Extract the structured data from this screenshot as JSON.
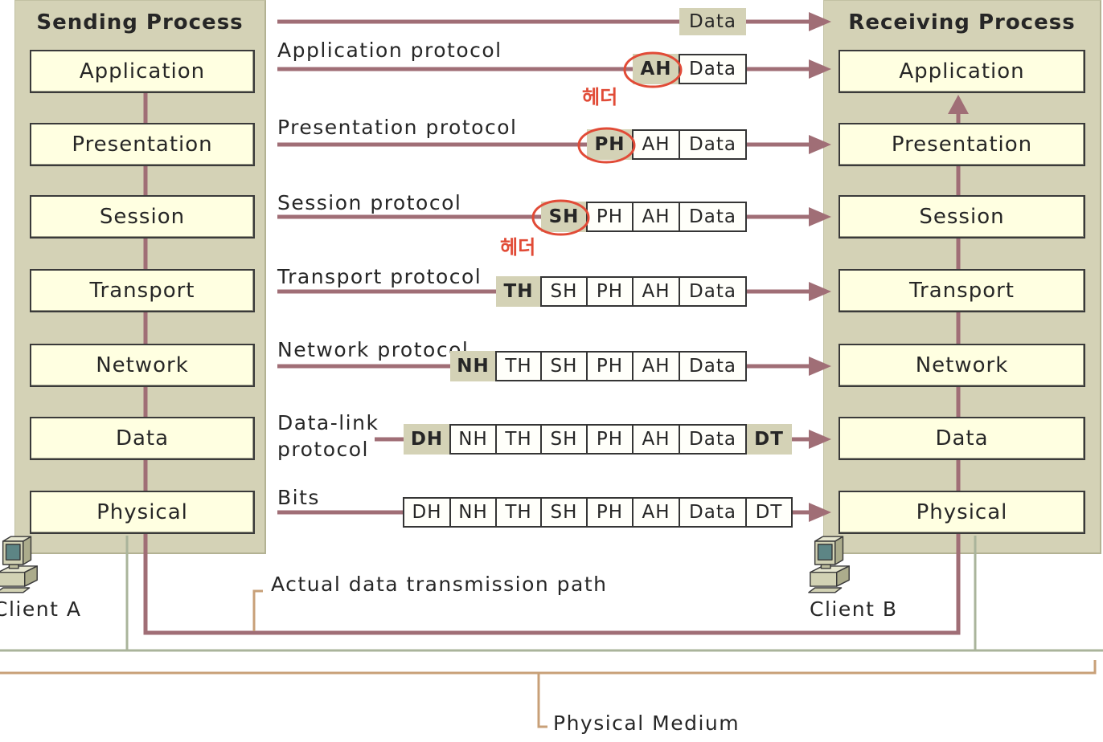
{
  "sending_process": {
    "title": "Sending Process",
    "layers": [
      "Application",
      "Presentation",
      "Session",
      "Transport",
      "Network",
      "Data",
      "Physical"
    ]
  },
  "receiving_process": {
    "title": "Receiving Process",
    "layers": [
      "Application",
      "Presentation",
      "Session",
      "Transport",
      "Network",
      "Data",
      "Physical"
    ]
  },
  "protocol_rows": [
    {
      "label": [],
      "cells": [
        {
          "text": "Data",
          "kind": "shaded"
        }
      ]
    },
    {
      "label": [
        "Application protocol"
      ],
      "cells": [
        {
          "text": "AH",
          "kind": "header",
          "circled": true
        },
        {
          "text": "Data",
          "kind": "plain"
        }
      ]
    },
    {
      "label": [
        "Presentation protocol"
      ],
      "cells": [
        {
          "text": "PH",
          "kind": "header",
          "circled": true
        },
        {
          "text": "AH",
          "kind": "plain"
        },
        {
          "text": "Data",
          "kind": "plain"
        }
      ]
    },
    {
      "label": [
        "Session protocol"
      ],
      "cells": [
        {
          "text": "SH",
          "kind": "header",
          "circled": true
        },
        {
          "text": "PH",
          "kind": "plain"
        },
        {
          "text": "AH",
          "kind": "plain"
        },
        {
          "text": "Data",
          "kind": "plain"
        }
      ]
    },
    {
      "label": [
        "Transport protocol"
      ],
      "cells": [
        {
          "text": "TH",
          "kind": "header"
        },
        {
          "text": "SH",
          "kind": "plain"
        },
        {
          "text": "PH",
          "kind": "plain"
        },
        {
          "text": "AH",
          "kind": "plain"
        },
        {
          "text": "Data",
          "kind": "plain"
        }
      ]
    },
    {
      "label": [
        "Network protocol"
      ],
      "cells": [
        {
          "text": "NH",
          "kind": "header"
        },
        {
          "text": "TH",
          "kind": "plain"
        },
        {
          "text": "SH",
          "kind": "plain"
        },
        {
          "text": "PH",
          "kind": "plain"
        },
        {
          "text": "AH",
          "kind": "plain"
        },
        {
          "text": "Data",
          "kind": "plain"
        }
      ]
    },
    {
      "label": [
        "Data-link",
        "protocol"
      ],
      "cells": [
        {
          "text": "DH",
          "kind": "header"
        },
        {
          "text": "NH",
          "kind": "plain"
        },
        {
          "text": "TH",
          "kind": "plain"
        },
        {
          "text": "SH",
          "kind": "plain"
        },
        {
          "text": "PH",
          "kind": "plain"
        },
        {
          "text": "AH",
          "kind": "plain"
        },
        {
          "text": "Data",
          "kind": "plain"
        },
        {
          "text": "DT",
          "kind": "header"
        }
      ]
    },
    {
      "label": [
        "Bits"
      ],
      "cells": [
        {
          "text": "DH",
          "kind": "plain"
        },
        {
          "text": "NH",
          "kind": "plain"
        },
        {
          "text": "TH",
          "kind": "plain"
        },
        {
          "text": "SH",
          "kind": "plain"
        },
        {
          "text": "PH",
          "kind": "plain"
        },
        {
          "text": "AH",
          "kind": "plain"
        },
        {
          "text": "Data",
          "kind": "plain"
        },
        {
          "text": "DT",
          "kind": "plain"
        }
      ]
    }
  ],
  "annotations": [
    "헤더",
    "헤더"
  ],
  "transmission_path_label": "Actual data transmission path",
  "physical_medium_label": "Physical Medium",
  "clients": {
    "sender": "Client A",
    "receiver": "Client B"
  },
  "icons": {
    "client": "computer-icon"
  },
  "colors": {
    "panel": "#d4d2b6",
    "layer_box": "#ffffe1",
    "arrow": "#a06e76",
    "highlight": "#e14b37",
    "bracket": "#c8a078",
    "network_line": "#aab49b"
  }
}
